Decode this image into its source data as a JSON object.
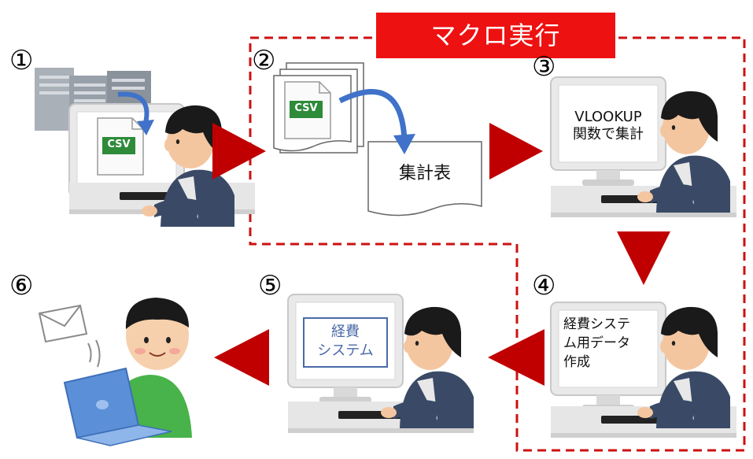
{
  "banner": {
    "label": "マクロ実行"
  },
  "steps": [
    {
      "number": "①"
    },
    {
      "number": "②",
      "file_icon_text": "CSV",
      "sheet_label": "集計表"
    },
    {
      "number": "③",
      "screen_text": "VLOOKUP\n関数で集計"
    },
    {
      "number": "④",
      "screen_text": "経費システ\nム用データ\n作成"
    },
    {
      "number": "⑤",
      "screen_text": "経費\nシステム"
    },
    {
      "number": "⑥"
    }
  ],
  "csv_label": "CSV",
  "colors": {
    "arrow": "#c00000",
    "banner": "#ee1111",
    "dashed_border": "#cc1111",
    "csv_green": "#2e8b3a",
    "curl_arrow": "#3f72c8",
    "system_box_border": "#4a6aa8"
  }
}
